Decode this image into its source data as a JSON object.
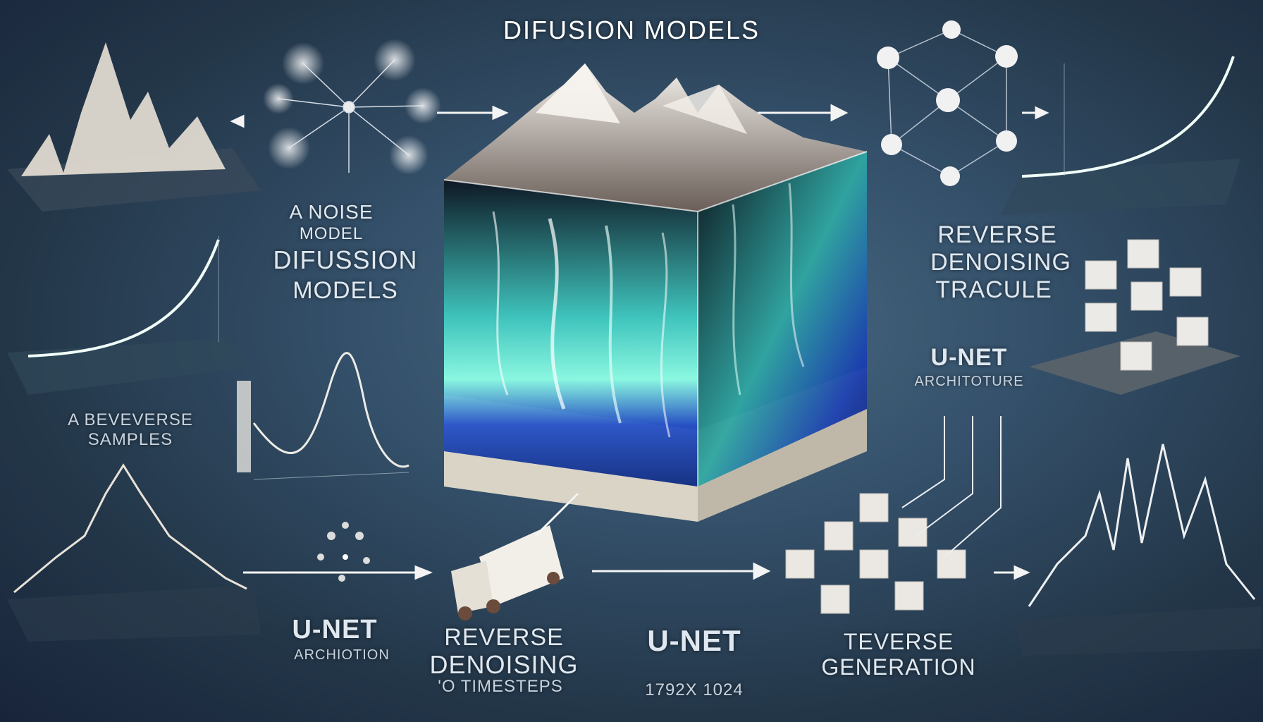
{
  "title": "DIFUSION MODELS",
  "labels": {
    "noise_model_1": "A NOISE",
    "noise_model_2": "MODEL",
    "noise_model_3": "DIFUSSION",
    "noise_model_4": "MODELS",
    "reverse_samples_1": "A BEVEVERSE",
    "reverse_samples_2": "SAMPLES",
    "reverse_denoising_tr_1": "REVERSE",
    "reverse_denoising_tr_2": "DENOISING",
    "reverse_denoising_tr_3": "TRACULE",
    "unet_arch_right_1": "U-NET",
    "unet_arch_right_2": "ARCHITOTURE",
    "unet_bottom_left_1": "U-NET",
    "unet_bottom_left_2": "ARCHIOTION",
    "reverse_denoising_bottom_1": "REVERSE",
    "reverse_denoising_bottom_2": "DENOISING",
    "reverse_denoising_bottom_3": "'O TIMESTEPS",
    "unet_center": "U-NET",
    "dimensions": "1792X 1024",
    "teverse_generation_1": "TEVERSE",
    "teverse_generation_2": "GENERATION"
  },
  "icons": {
    "central": "noise-landscape-cube-icon",
    "top_left": "mountain-peaks-surface-icon",
    "network": "radial-network-icon",
    "molecule": "node-graph-icon",
    "cubes": "cube-grid-icon",
    "truck": "truck-icon"
  },
  "colors": {
    "background": "#2d4559",
    "accent_cyan": "#7fffe0",
    "accent_blue": "#2850c8",
    "surface_white": "#eef0f2"
  }
}
